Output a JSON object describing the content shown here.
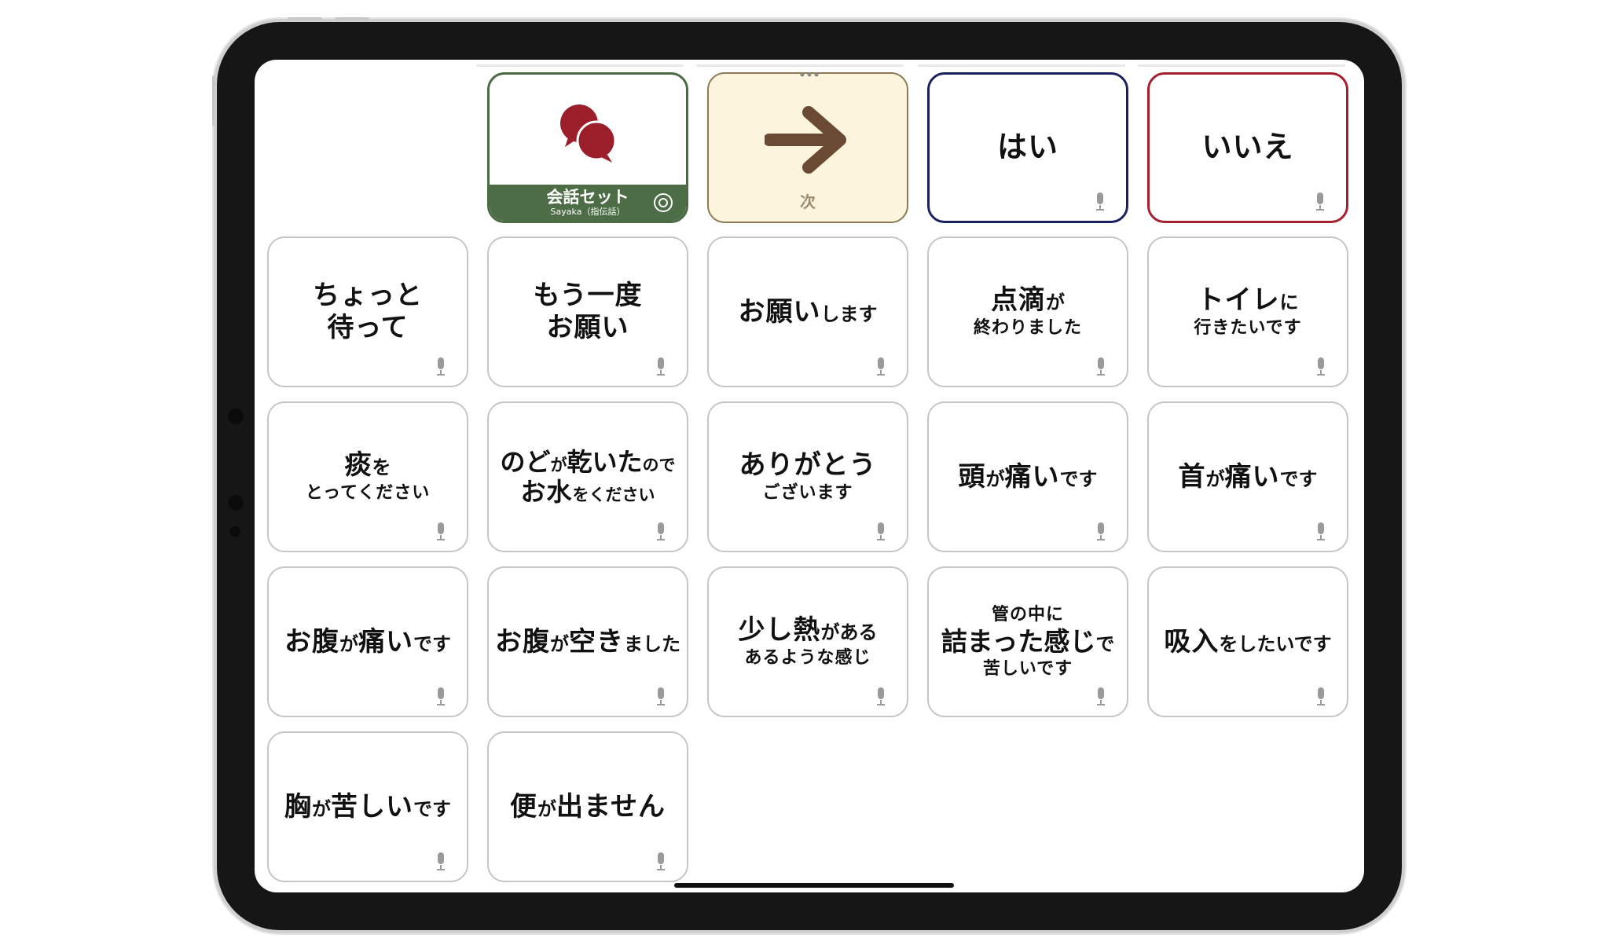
{
  "top_row": {
    "set_tile": {
      "title": "会話セット",
      "subtitle": "Sayaka（指伝話）",
      "accent": "#4c6d45",
      "icon": "speech-bubbles-icon"
    },
    "next_tile": {
      "label": "次",
      "icon": "arrow-right-icon",
      "background": "#fdf4dd"
    },
    "yes_tile": {
      "label": "はい",
      "border": "#1b2160"
    },
    "no_tile": {
      "label": "いいえ",
      "border": "#a3212e"
    }
  },
  "cells": [
    {
      "id": "wait",
      "main": "ちょっと",
      "main2": "待って"
    },
    {
      "id": "again",
      "main": "もう一度",
      "main2": "お願い"
    },
    {
      "id": "please",
      "main": "お願い",
      "tail": "します"
    },
    {
      "id": "drip",
      "main": "点滴",
      "tail": "が",
      "sub": "終わりました"
    },
    {
      "id": "toilet",
      "main": "トイレ",
      "tail": "に",
      "sub": "行きたいです"
    },
    {
      "id": "phlegm",
      "main": "痰",
      "tail": "を",
      "sub": "とってください"
    },
    {
      "id": "water",
      "l1a": "のど",
      "l1b": "が",
      "l1c": "乾いた",
      "l1d": "ので",
      "l2a": "お水",
      "l2b": "をください"
    },
    {
      "id": "thanks",
      "main": "ありがとう",
      "sub": "ございます"
    },
    {
      "id": "headache",
      "main": "頭",
      "tail": "が",
      "main2": "痛い",
      "tail2": "です"
    },
    {
      "id": "neck",
      "main": "首",
      "tail": "が",
      "main2": "痛い",
      "tail2": "です"
    },
    {
      "id": "stomach",
      "main": "お腹",
      "tail": "が",
      "main2": "痛い",
      "tail2": "です"
    },
    {
      "id": "hungry",
      "main": "お腹",
      "tail": "が",
      "main2": "空き",
      "tail2": "ました"
    },
    {
      "id": "fever",
      "main": "少し熱",
      "tail": "がある",
      "sub": "あるような感じ"
    },
    {
      "id": "tube",
      "pre": "管の中に",
      "main": "詰まった感じ",
      "tail": "で",
      "sub": "苦しいです"
    },
    {
      "id": "suction",
      "main": "吸入",
      "tail": "をしたいです"
    },
    {
      "id": "chest",
      "main": "胸",
      "tail": "が",
      "main2": "苦しい",
      "tail2": "です"
    },
    {
      "id": "constipation",
      "main": "便",
      "tail": "が",
      "main2": "出ません"
    }
  ]
}
